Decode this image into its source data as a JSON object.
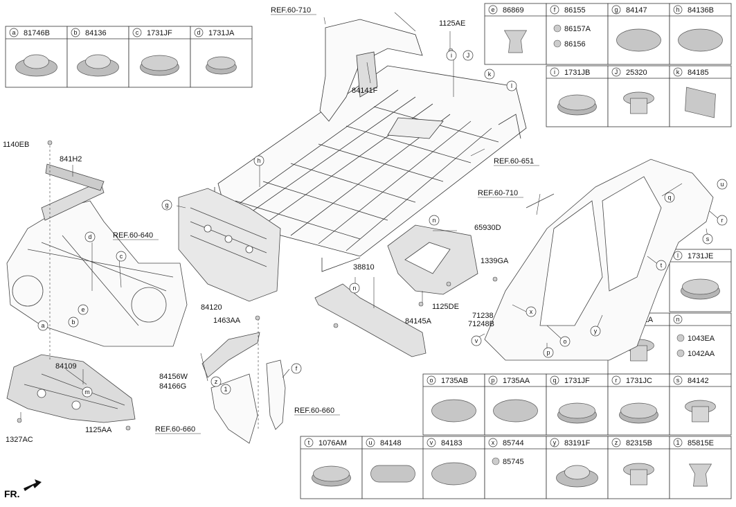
{
  "legend_boxes": [
    {
      "id": "a",
      "code": "81746B",
      "shape": "ring-dome"
    },
    {
      "id": "b",
      "code": "84136",
      "shape": "ring-dome"
    },
    {
      "id": "c",
      "code": "1731JF",
      "shape": "flat-plug"
    },
    {
      "id": "d",
      "code": "1731JA",
      "shape": "small-plug"
    },
    {
      "id": "e",
      "code": "86869",
      "shape": "clip"
    },
    {
      "id": "f",
      "code": "86155",
      "shape": "screw-set",
      "sub": [
        "86157A",
        "86156"
      ]
    },
    {
      "id": "g",
      "code": "84147",
      "shape": "dome"
    },
    {
      "id": "h",
      "code": "84136B",
      "shape": "dome"
    },
    {
      "id": "i",
      "code": "1731JB",
      "shape": "flat-plug"
    },
    {
      "id": "J",
      "code": "25320",
      "shape": "grommet"
    },
    {
      "id": "k",
      "code": "84185",
      "shape": "pad"
    },
    {
      "id": "l",
      "code": "1731JE",
      "shape": "flat-plug"
    },
    {
      "id": "m",
      "code": "1043EA",
      "shape": "grommet"
    },
    {
      "id": "n",
      "code": "",
      "shape": "pair",
      "sub": [
        "1043EA",
        "1042AA"
      ]
    },
    {
      "id": "o",
      "code": "1735AB",
      "shape": "dome"
    },
    {
      "id": "p",
      "code": "1735AA",
      "shape": "dome"
    },
    {
      "id": "q",
      "code": "1731JF",
      "shape": "flat-plug"
    },
    {
      "id": "r",
      "code": "1731JC",
      "shape": "flat-plug"
    },
    {
      "id": "s",
      "code": "84142",
      "shape": "grommet"
    },
    {
      "id": "t",
      "code": "1076AM",
      "shape": "flat-plug"
    },
    {
      "id": "u",
      "code": "84148",
      "shape": "oval"
    },
    {
      "id": "v",
      "code": "84183",
      "shape": "disc"
    },
    {
      "id": "x",
      "code": "85744",
      "shape": "screw-set",
      "sub": [
        "85745"
      ]
    },
    {
      "id": "y",
      "code": "83191F",
      "shape": "ring-dome"
    },
    {
      "id": "z",
      "code": "82315B",
      "shape": "grommet"
    },
    {
      "id": "1",
      "code": "85815E",
      "shape": "clip"
    }
  ],
  "part_labels": [
    "1140EB",
    "841H2",
    "84141F",
    "1125AE",
    "84120",
    "84109",
    "1327AC",
    "1125AA",
    "1463AA",
    "84156W",
    "84166G",
    "65930D",
    "1339GA",
    "38810",
    "1125DE",
    "84145A",
    "71238",
    "71248B"
  ],
  "references": [
    "REF.60-710",
    "REF.60-651",
    "REF.60-640",
    "REF.60-710",
    "REF.60-660",
    "REF.60-660"
  ],
  "callouts": [
    "h",
    "g",
    "a",
    "b",
    "e",
    "d",
    "c",
    "i",
    "J",
    "k",
    "l",
    "n",
    "n",
    "m",
    "z",
    "1",
    "f",
    "q",
    "u",
    "r",
    "s",
    "t",
    "x",
    "o",
    "p",
    "v",
    "y"
  ],
  "footer": {
    "fr_label": "FR."
  }
}
